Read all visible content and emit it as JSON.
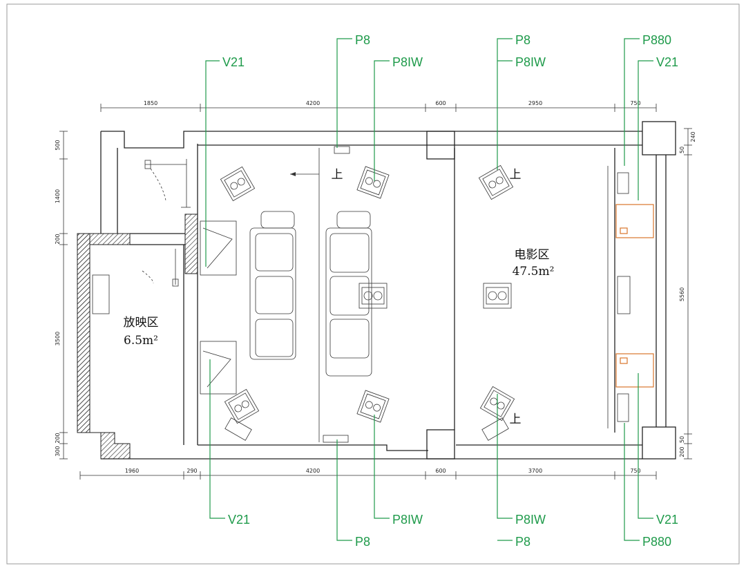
{
  "zones": {
    "projection_name": "放映区",
    "projection_area": "6.5m²",
    "cinema_name": "电影区",
    "cinema_area": "47.5m²"
  },
  "markers": {
    "up": "上"
  },
  "dimensions": {
    "top": [
      "1850",
      "4200",
      "600",
      "2950",
      "750"
    ],
    "bottom": [
      "1960",
      "290",
      "4200",
      "600",
      "3700",
      "750"
    ],
    "left": [
      "500",
      "1400",
      "200",
      "3500",
      "200",
      "300"
    ],
    "right": [
      "240",
      "50",
      "5560",
      "50",
      "200"
    ]
  },
  "callouts": {
    "top_left_v21": "V21",
    "top_p8_a": "P8",
    "top_p8iw_a": "P8IW",
    "top_p8_b": "P8",
    "top_p8iw_b": "P8IW",
    "top_p880": "P880",
    "top_v21_right": "V21",
    "bottom_left_v21": "V21",
    "bottom_p8iw_a": "P8IW",
    "bottom_p8_a": "P8",
    "bottom_p8iw_b": "P8IW",
    "bottom_p8_b": "P8",
    "bottom_v21_right": "V21",
    "bottom_p880": "P880"
  }
}
